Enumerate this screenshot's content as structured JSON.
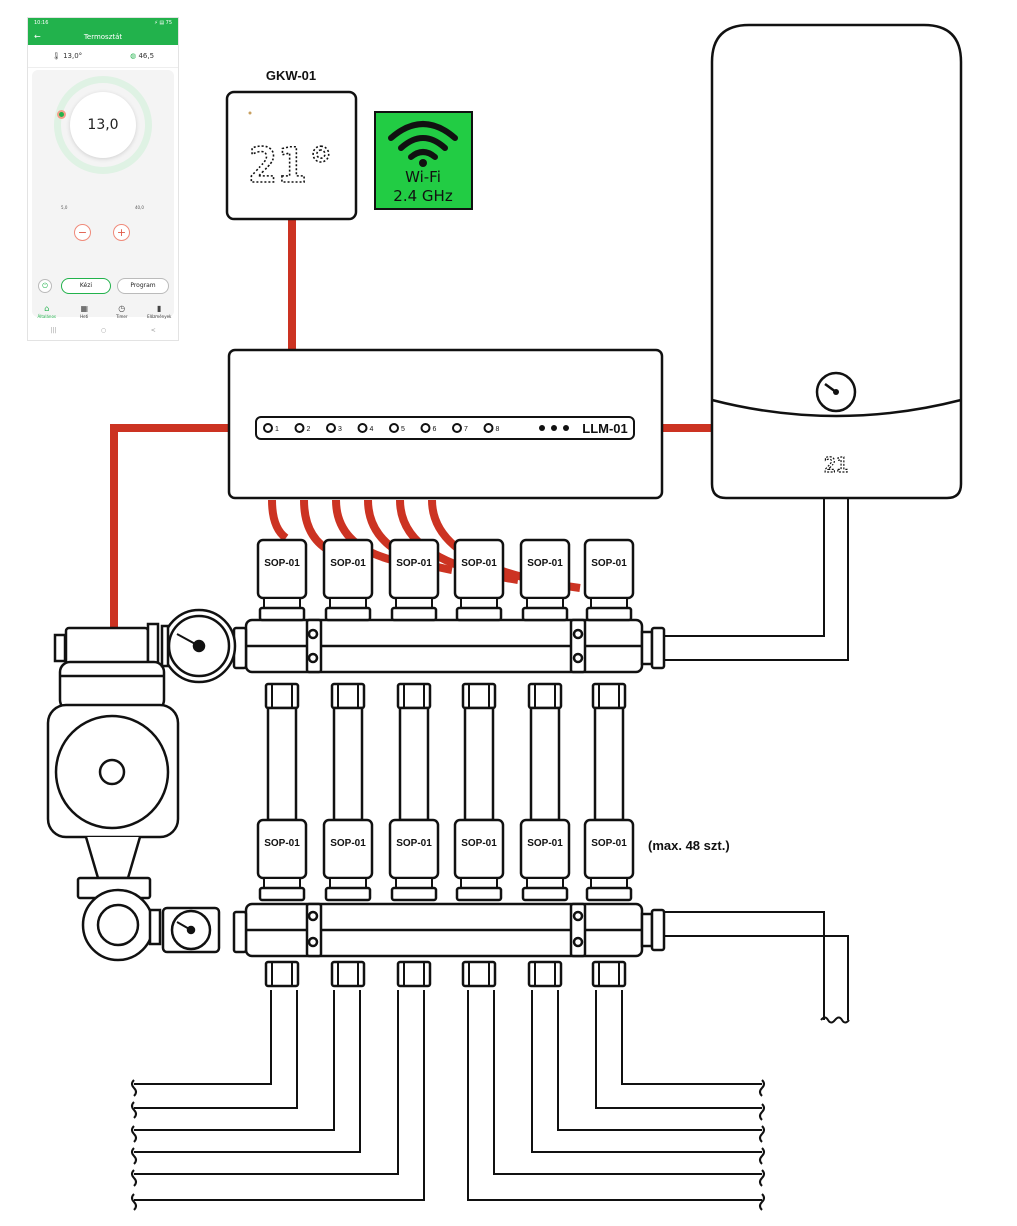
{
  "phone": {
    "status_time": "10:16",
    "status_right": "⚡ ▤ 75",
    "title": "Termosztát",
    "back_icon": "arrow-left-icon",
    "temperature_reading": "13,0°",
    "humidity_reading": "46,5",
    "dial_value": "13,0",
    "dial_min": "5,0",
    "dial_max": "40,0",
    "minus_label": "−",
    "plus_label": "+",
    "power_icon": "⏻",
    "manual_label": "Kézi",
    "program_label": "Program",
    "nav": [
      {
        "label": "Általános",
        "icon": "⌂"
      },
      {
        "label": "Heti",
        "icon": "▦"
      },
      {
        "label": "Timer",
        "icon": "◷"
      },
      {
        "label": "Előzmények",
        "icon": "▮"
      }
    ],
    "sysnav": [
      "|||",
      "○",
      "<"
    ]
  },
  "thermostat": {
    "label": "GKW-01",
    "display": "21°"
  },
  "wifi": {
    "line1": "Wi-Fi",
    "line2": "2.4 GHz"
  },
  "controller": {
    "label": "LLM-01",
    "zones": [
      "1",
      "2",
      "3",
      "4",
      "5",
      "6",
      "7",
      "8"
    ]
  },
  "boiler": {
    "logo": "21"
  },
  "actuators_top": [
    "SOP-01",
    "SOP-01",
    "SOP-01",
    "SOP-01",
    "SOP-01",
    "SOP-01"
  ],
  "actuators_bottom": [
    "SOP-01",
    "SOP-01",
    "SOP-01",
    "SOP-01",
    "SOP-01",
    "SOP-01"
  ],
  "max_note": "(max. 48 szt.)",
  "colors": {
    "wire": "#cc3322",
    "app_green": "#22b24c",
    "wifi_bg": "#22cc44",
    "line": "#111111"
  }
}
